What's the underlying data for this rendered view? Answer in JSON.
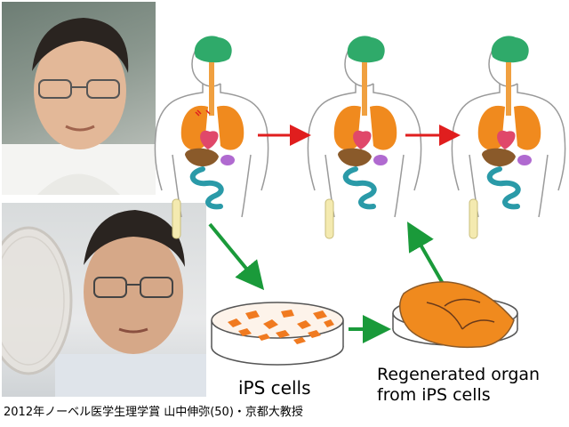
{
  "caption": "2012年ノーベル医学生理学賞 山中伸弥(50)・京都大教授",
  "labels": {
    "ips_cells": "iPS cells",
    "regenerated_line1": "Regenerated organ",
    "regenerated_line2": "from iPS cells"
  },
  "colors": {
    "arrow_red": "#e01e1e",
    "arrow_green": "#1a9a3a",
    "brain": "#2faa6a",
    "lung": "#f08a1e",
    "heart": "#e0486a",
    "liver": "#8a5a2a",
    "kidney": "#b06ad0",
    "intestine": "#2a9aa8",
    "bone": "#f4eab0",
    "cells": "#f07a20",
    "organ": "#f08a1e"
  }
}
